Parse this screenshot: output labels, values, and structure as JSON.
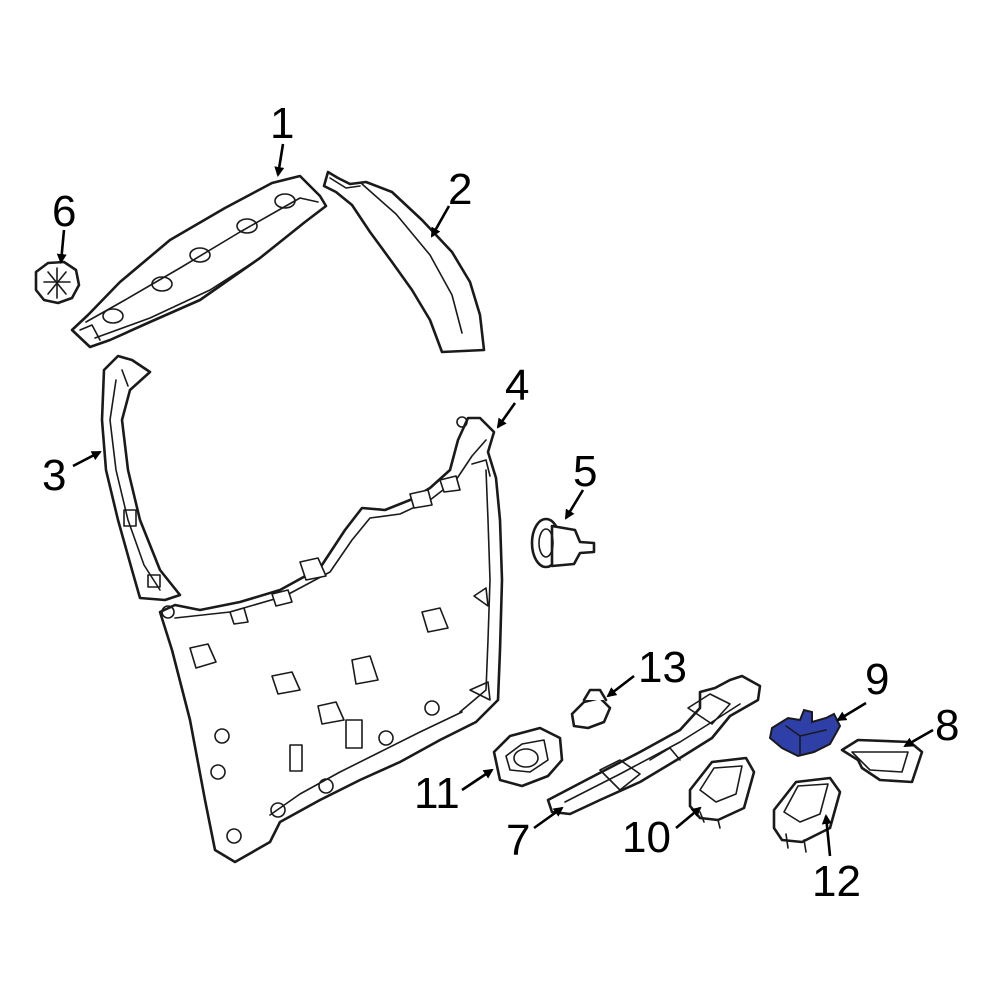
{
  "colors": {
    "highlight": "#2f3fa8",
    "line": "#1a1a1a",
    "background": "#ffffff"
  },
  "callouts": [
    {
      "id": "1",
      "label": "1"
    },
    {
      "id": "2",
      "label": "2"
    },
    {
      "id": "3",
      "label": "3"
    },
    {
      "id": "4",
      "label": "4"
    },
    {
      "id": "5",
      "label": "5"
    },
    {
      "id": "6",
      "label": "6"
    },
    {
      "id": "7",
      "label": "7"
    },
    {
      "id": "8",
      "label": "8"
    },
    {
      "id": "9",
      "label": "9"
    },
    {
      "id": "10",
      "label": "10"
    },
    {
      "id": "11",
      "label": "11"
    },
    {
      "id": "12",
      "label": "12"
    },
    {
      "id": "13",
      "label": "13"
    }
  ],
  "highlighted_part": "9"
}
